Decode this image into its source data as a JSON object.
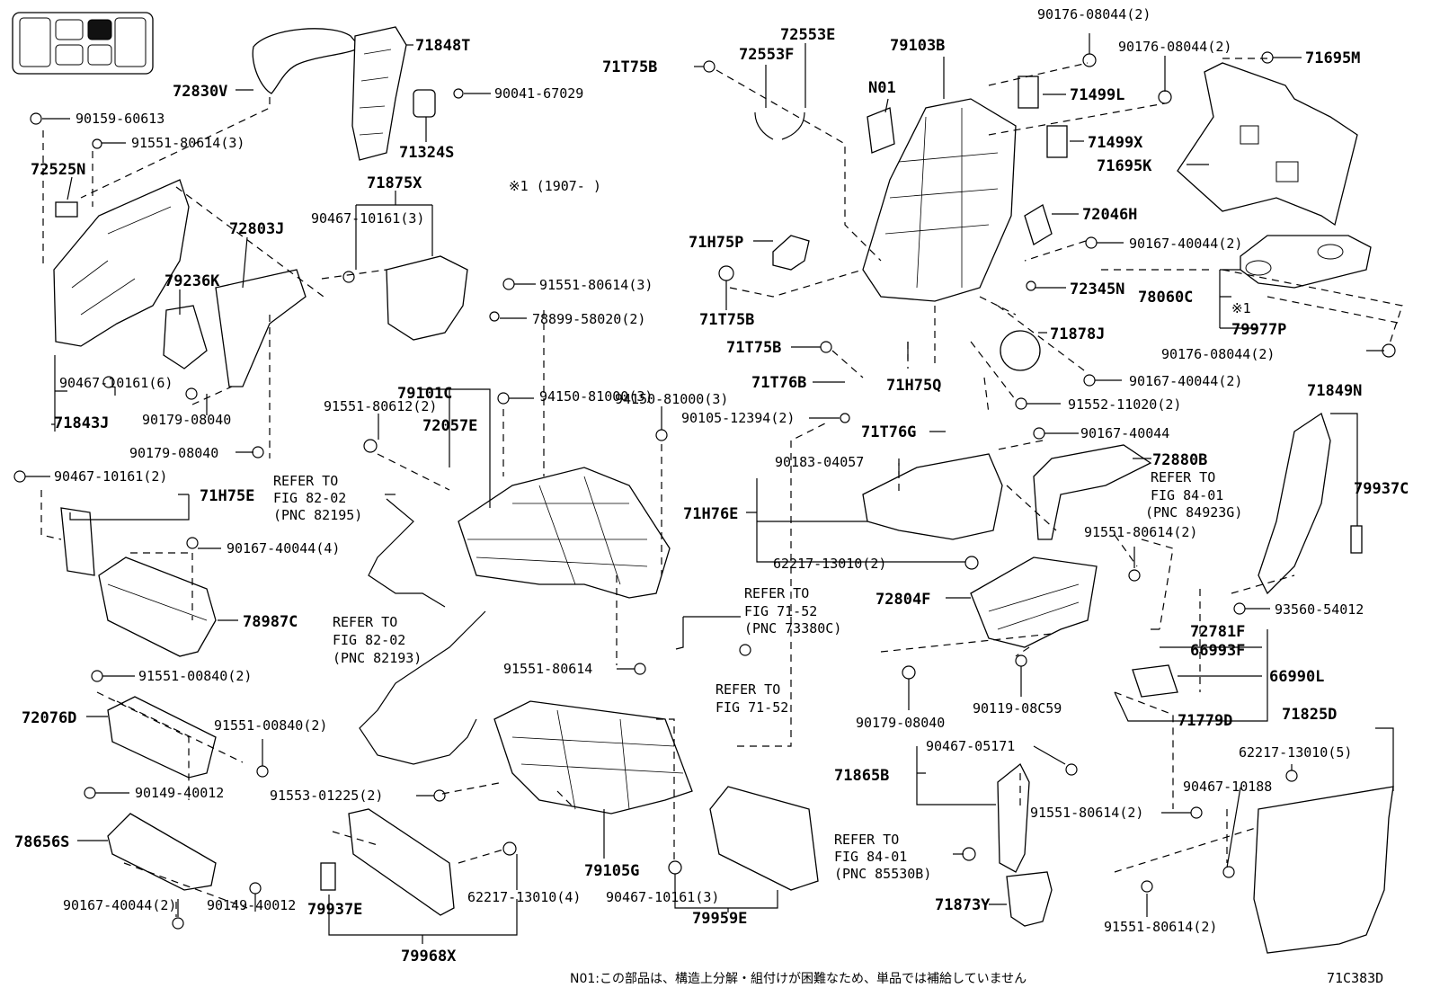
{
  "diagram": {
    "figure_code": "71C383D",
    "footnote": "N01:この部品は、構造上分解・組付けが困難なため、単品では補給していません",
    "note_mark": "※1 (1907-       )",
    "note_mark_small": "※1"
  },
  "labels": {
    "l72830V": "72830V",
    "l71848T": "71848T",
    "l90041_67029": "90041-67029",
    "l71324S": "71324S",
    "l90159_60613": "90159-60613",
    "l91551_80614_3a": "91551-80614(3)",
    "l72525N": "72525N",
    "l72803J": "72803J",
    "l79236K": "79236K",
    "l90467_10161_6": "90467-10161(6)",
    "l71843J": "71843J",
    "l90179_08040a": "90179-08040",
    "l90179_08040b": "90179-08040",
    "l71875X": "71875X",
    "l90467_10161_3a": "90467-10161(3)",
    "l91551_80614_3b": "91551-80614(3)",
    "l78899_58020_2": "78899-58020(2)",
    "l79101C": "79101C",
    "l94150_81000_3a": "94150-81000(3)",
    "l94150_81000_3b": "94150-81000(3)",
    "l91551_80612_2": "91551-80612(2)",
    "l72057E": "72057E",
    "l90467_10161_2": "90467-10161(2)",
    "l71H75E": "71H75E",
    "l90167_40044_4": "90167-40044(4)",
    "l78987C": "78987C",
    "l91551_00840_2a": "91551-00840(2)",
    "l72076D": "72076D",
    "l91551_00840_2b": "91551-00840(2)",
    "l90149_40012a": "90149-40012",
    "l78656S": "78656S",
    "l90167_40044_2a": "90167-40044(2)",
    "l90149_40012b": "90149-40012",
    "l79937E": "79937E",
    "l79968X": "79968X",
    "l62217_13010_4": "62217-13010(4)",
    "l91553_01225_2": "91553-01225(2)",
    "l91551_80614a": "91551-80614",
    "l79105G": "79105G",
    "l90467_10161_3b": "90467-10161(3)",
    "l79959E": "79959E",
    "l71T75Ba": "71T75B",
    "l72553F": "72553F",
    "l72553E": "72553E",
    "l79103B": "79103B",
    "lN01": "N01",
    "l90176_08044_2a": "90176-08044(2)",
    "l90176_08044_2b": "90176-08044(2)",
    "l71695M": "71695M",
    "l71499L": "71499L",
    "l71499X": "71499X",
    "l71695K": "71695K",
    "l72046H": "72046H",
    "l90167_40044_2b": "90167-40044(2)",
    "l72345N": "72345N",
    "l78060C": "78060C",
    "l79977P": "79977P",
    "l90176_08044_2c": "90176-08044(2)",
    "l71H75P": "71H75P",
    "l71T75Bb": "71T75B",
    "l71T75Bc": "71T75B",
    "l71T76B": "71T76B",
    "l71H75Q": "71H75Q",
    "l71878J": "71878J",
    "l90167_40044_2c": "90167-40044(2)",
    "l91552_11020_2": "91552-11020(2)",
    "l90105_12394_2": "90105-12394(2)",
    "l71T76G": "71T76G",
    "l90167_40044": "90167-40044",
    "l71849N": "71849N",
    "l90183_04057": "90183-04057",
    "l72880B": "72880B",
    "l71H76E": "71H76E",
    "l79937C": "79937C",
    "l62217_13010_2": "62217-13010(2)",
    "l91551_80614_2a": "91551-80614(2)",
    "l72804F": "72804F",
    "l93560_54012": "93560-54012",
    "l72781F": "72781F",
    "l66993F": "66993F",
    "l66990L": "66990L",
    "l90179_08040c": "90179-08040",
    "l90119_08C59": "90119-08C59",
    "l71779D": "71779D",
    "l71825D": "71825D",
    "l90467_05171": "90467-05171",
    "l71865B": "71865B",
    "l62217_13010_5": "62217-13010(5)",
    "l90467_10188": "90467-10188",
    "l91551_80614_2b": "91551-80614(2)",
    "l71873Y": "71873Y",
    "l91551_80614_2c": "91551-80614(2)"
  },
  "refer_notes": {
    "r1": [
      "REFER TO",
      "FIG 82-02",
      "(PNC 82195)"
    ],
    "r2": [
      "REFER TO",
      "FIG 82-02",
      "(PNC 82193)"
    ],
    "r3": [
      "REFER TO",
      "FIG 71-52",
      "(PNC 73380C)"
    ],
    "r4": [
      "REFER TO",
      "FIG 71-52"
    ],
    "r5": [
      "REFER TO",
      "FIG 84-01",
      "(PNC 84923G)"
    ],
    "r6": [
      "REFER TO",
      "FIG 84-01",
      "(PNC 85530B)"
    ]
  }
}
